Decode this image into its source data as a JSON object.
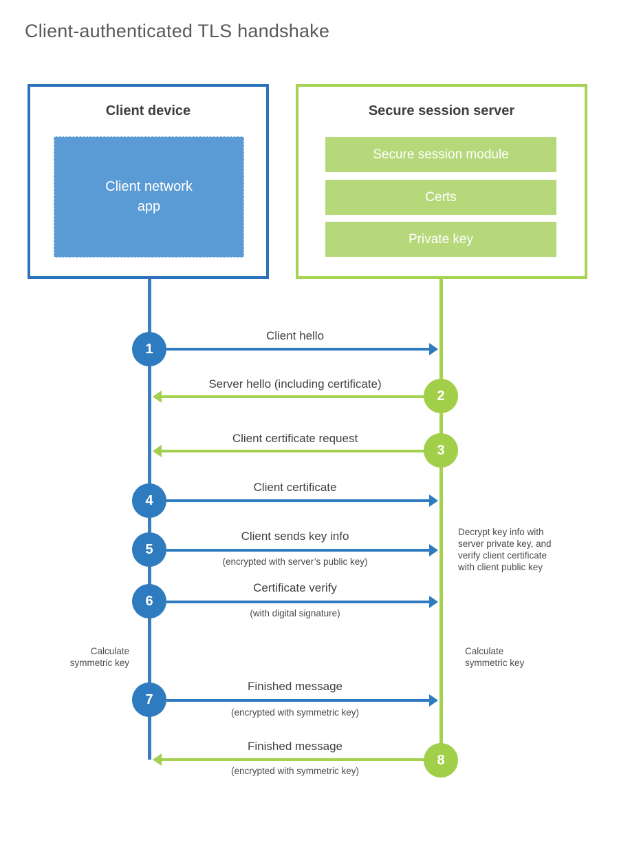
{
  "title": "Client-authenticated TLS handshake",
  "colors": {
    "client_blue": "#2e7cbf",
    "client_fill_blue": "#5b9bd5",
    "server_green": "#a3d04f",
    "server_fill_green": "#b6d87a",
    "text_dark": "#404040",
    "title_gray": "#58595b"
  },
  "client": {
    "header": "Client device",
    "app_label": "Client network\napp"
  },
  "server": {
    "header": "Secure session server",
    "modules": [
      "Secure session module",
      "Certs",
      "Private key"
    ]
  },
  "steps": [
    {
      "num": "1",
      "label": "Client hello",
      "direction": "client-to-server"
    },
    {
      "num": "2",
      "label": "Server hello (including certificate)",
      "direction": "server-to-client"
    },
    {
      "num": "3",
      "label": "Client certificate request",
      "direction": "server-to-client"
    },
    {
      "num": "4",
      "label": "Client certificate",
      "direction": "client-to-server"
    },
    {
      "num": "5",
      "label": "Client sends key info",
      "sub": "(encrypted with server’s public key)",
      "direction": "client-to-server"
    },
    {
      "num": "6",
      "label": "Certificate verify",
      "sub": "(with digital signature)",
      "direction": "client-to-server"
    },
    {
      "num": "7",
      "label": "Finished message",
      "sub": "(encrypted with symmetric key)",
      "direction": "client-to-server"
    },
    {
      "num": "8",
      "label": "Finished message",
      "sub": "(encrypted with symmetric key)",
      "direction": "server-to-client"
    }
  ],
  "annotations": {
    "decrypt_note": "Decrypt key info with\nserver private key, and\nverify client certificate\nwith client public key",
    "calc_left": "Calculate\nsymmetric key",
    "calc_right": "Calculate\nsymmetric key"
  }
}
